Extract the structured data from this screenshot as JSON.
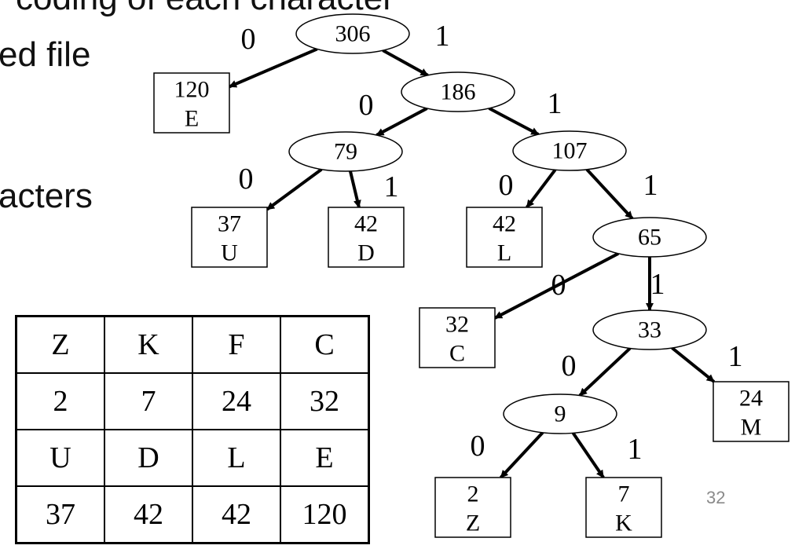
{
  "slide": {
    "fragments": [
      "coding of each character",
      "ed file",
      "acters"
    ],
    "page_number": "32"
  },
  "tree": {
    "nodes": [
      {
        "id": "n306",
        "kind": "internal",
        "label": "306"
      },
      {
        "id": "l120",
        "kind": "leaf",
        "count": "120",
        "char": "E"
      },
      {
        "id": "n186",
        "kind": "internal",
        "label": "186"
      },
      {
        "id": "n79",
        "kind": "internal",
        "label": "79"
      },
      {
        "id": "n107",
        "kind": "internal",
        "label": "107"
      },
      {
        "id": "l37",
        "kind": "leaf",
        "count": "37",
        "char": "U"
      },
      {
        "id": "l42d",
        "kind": "leaf",
        "count": "42",
        "char": "D"
      },
      {
        "id": "l42l",
        "kind": "leaf",
        "count": "42",
        "char": "L"
      },
      {
        "id": "n65",
        "kind": "internal",
        "label": "65"
      },
      {
        "id": "l32",
        "kind": "leaf",
        "count": "32",
        "char": "C"
      },
      {
        "id": "n33",
        "kind": "internal",
        "label": "33"
      },
      {
        "id": "n9",
        "kind": "internal",
        "label": "9"
      },
      {
        "id": "l24",
        "kind": "leaf",
        "count": "24",
        "char": "M"
      },
      {
        "id": "l2",
        "kind": "leaf",
        "count": "2",
        "char": "Z"
      },
      {
        "id": "l7",
        "kind": "leaf",
        "count": "7",
        "char": "K"
      }
    ],
    "edges": [
      {
        "from": "n306",
        "to": "l120",
        "bit": "0"
      },
      {
        "from": "n306",
        "to": "n186",
        "bit": "1"
      },
      {
        "from": "n186",
        "to": "n79",
        "bit": "0"
      },
      {
        "from": "n186",
        "to": "n107",
        "bit": "1"
      },
      {
        "from": "n79",
        "to": "l37",
        "bit": "0"
      },
      {
        "from": "n79",
        "to": "l42d",
        "bit": "1"
      },
      {
        "from": "n107",
        "to": "l42l",
        "bit": "0"
      },
      {
        "from": "n107",
        "to": "n65",
        "bit": "1"
      },
      {
        "from": "n65",
        "to": "l32",
        "bit": "0"
      },
      {
        "from": "n65",
        "to": "n33",
        "bit": "1"
      },
      {
        "from": "n33",
        "to": "n9",
        "bit": "0"
      },
      {
        "from": "n33",
        "to": "l24",
        "bit": "1"
      },
      {
        "from": "n9",
        "to": "l2",
        "bit": "0"
      },
      {
        "from": "n9",
        "to": "l7",
        "bit": "1"
      }
    ]
  },
  "table": {
    "rows": [
      [
        "Z",
        "K",
        "F",
        "C"
      ],
      [
        "2",
        "7",
        "24",
        "32"
      ],
      [
        "U",
        "D",
        "L",
        "E"
      ],
      [
        "37",
        "42",
        "42",
        "120"
      ]
    ]
  }
}
